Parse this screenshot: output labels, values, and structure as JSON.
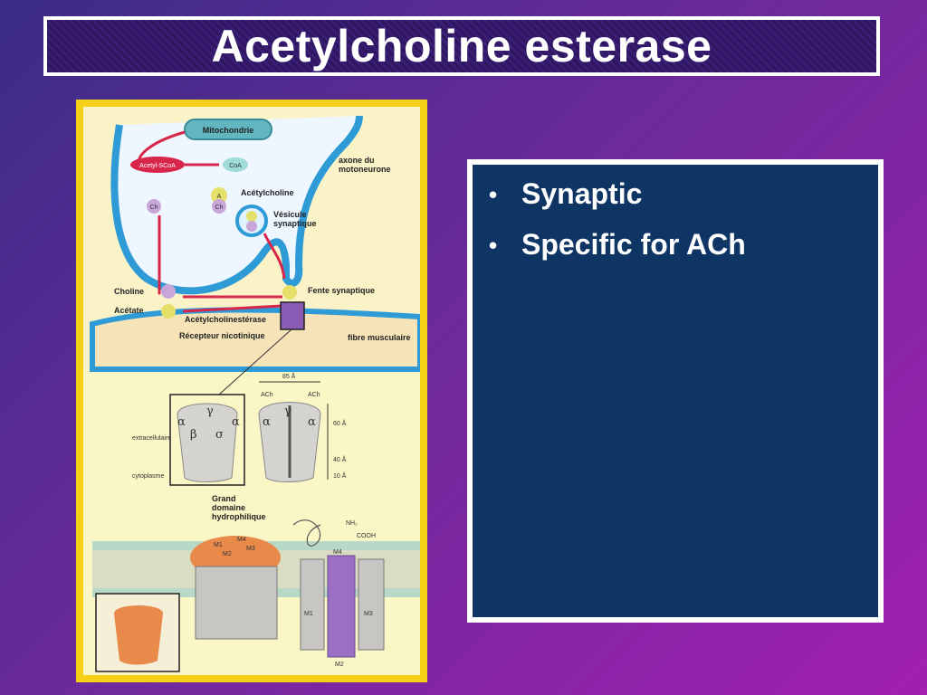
{
  "slide": {
    "title": "Acetylcholine esterase",
    "bullets": [
      "Synaptic",
      "Specific for ACh"
    ]
  },
  "figure": {
    "labels": {
      "mitochondrie": "Mitochondrie",
      "acetyl_scoa": "Acetyl-SCoA",
      "coa": "CoA",
      "axone": "axone du",
      "axone2": "motoneurone",
      "acetylcholine": "Acétylcholine",
      "vesicule": "Vésicule",
      "vesicule2": "synaptique",
      "choline": "Choline",
      "acetate": "Acétate",
      "fente": "Fente synaptique",
      "ache": "Acétylcholinestérase",
      "recepteur": "Récepteur nicotinique",
      "fibre": "fibre musculaire",
      "dim85": "85 Å",
      "ach_left": "ACh",
      "ach_right": "ACh",
      "dim60": "60 Å",
      "dim40": "40 Å",
      "dim10": "10 Å",
      "extracell": "extracellulaire",
      "cyto": "cytoplasme",
      "grand1": "Grand",
      "grand2": "domaine",
      "grand3": "hydrophilique",
      "nh2": "NH₂",
      "cooh": "COOH",
      "m1": "M1",
      "m2": "M2",
      "m3": "M3",
      "m4": "M4",
      "ch": "Ch",
      "a": "A"
    },
    "greek": {
      "alpha": "α",
      "beta": "β",
      "sigma": "σ",
      "gamma": "γ"
    }
  },
  "colors": {
    "background_start": "#3a2c86",
    "background_end": "#a21fb0",
    "title_text": "#ffffff",
    "figure_border": "#f4d017",
    "bullet_panel": "#0f3565",
    "membrane_blue": "#2e9bd6",
    "arrow_red": "#d8264a"
  }
}
